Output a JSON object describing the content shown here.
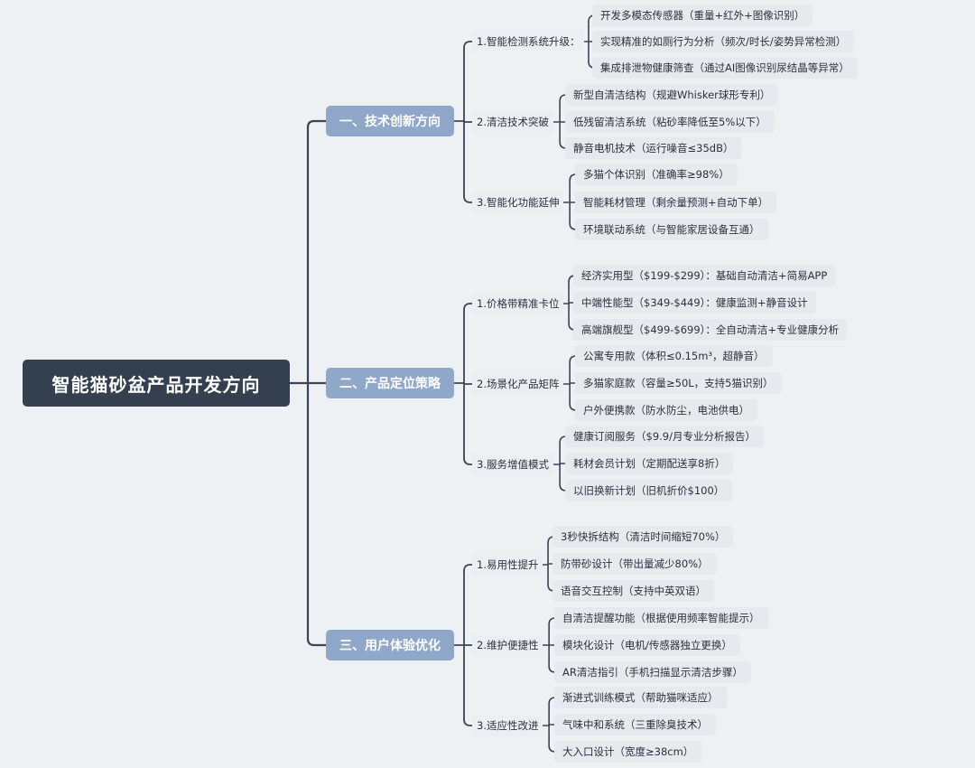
{
  "root": "智能猫砂盆产品开发方向",
  "categories": [
    {
      "label": "一、技术创新方向",
      "subs": [
        {
          "label": "1.智能检测系统升级：",
          "leaves": [
            "开发多模态传感器（重量+红外+图像识别）",
            "实现精准的如厕行为分析（频次/时长/姿势异常检测）",
            "集成排泄物健康筛查（通过AI图像识别尿结晶等异常）"
          ]
        },
        {
          "label": "2.清洁技术突破",
          "leaves": [
            "新型自清洁结构（规避Whisker球形专利）",
            "低残留清洁系统（粘砂率降低至5%以下）",
            "静音电机技术（运行噪音≤35dB）"
          ]
        },
        {
          "label": "3.智能化功能延伸",
          "leaves": [
            "多猫个体识别（准确率≥98%）",
            "智能耗材管理（剩余量预测+自动下单）",
            "环境联动系统（与智能家居设备互通）"
          ]
        }
      ]
    },
    {
      "label": "二、产品定位策略",
      "subs": [
        {
          "label": "1.价格带精准卡位",
          "leaves": [
            "经济实用型（$199-$299）：基础自动清洁+简易APP",
            "中端性能型（$349-$449）：健康监测+静音设计",
            "高端旗舰型（$499-$699）：全自动清洁+专业健康分析"
          ]
        },
        {
          "label": "2.场景化产品矩阵",
          "leaves": [
            "公寓专用款（体积≤0.15m³，超静音）",
            "多猫家庭款（容量≥50L，支持5猫识别）",
            "户外便携款（防水防尘，电池供电）"
          ]
        },
        {
          "label": "3.服务增值模式",
          "leaves": [
            "健康订阅服务（$9.9/月专业分析报告）",
            "耗材会员计划（定期配送享8折）",
            "以旧换新计划（旧机折价$100）"
          ]
        }
      ]
    },
    {
      "label": "三、用户体验优化",
      "subs": [
        {
          "label": "1.易用性提升",
          "leaves": [
            "3秒快拆结构（清洁时间缩短70%）",
            "防带砂设计（带出量减少80%）",
            "语音交互控制（支持中英双语）"
          ]
        },
        {
          "label": "2.维护便捷性",
          "leaves": [
            "自清洁提醒功能（根据使用频率智能提示）",
            "模块化设计（电机/传感器独立更换）",
            "AR清洁指引（手机扫描显示清洁步骤）"
          ]
        },
        {
          "label": "3.适应性改进",
          "leaves": [
            "渐进式训练模式（帮助猫咪适应）",
            "气味中和系统（三重除臭技术）",
            "大入口设计（宽度≥38cm）"
          ]
        }
      ]
    }
  ],
  "colors": {
    "line": "#3a4656",
    "root_bg": "#34404f",
    "category_bg": "#8fa7c8"
  }
}
